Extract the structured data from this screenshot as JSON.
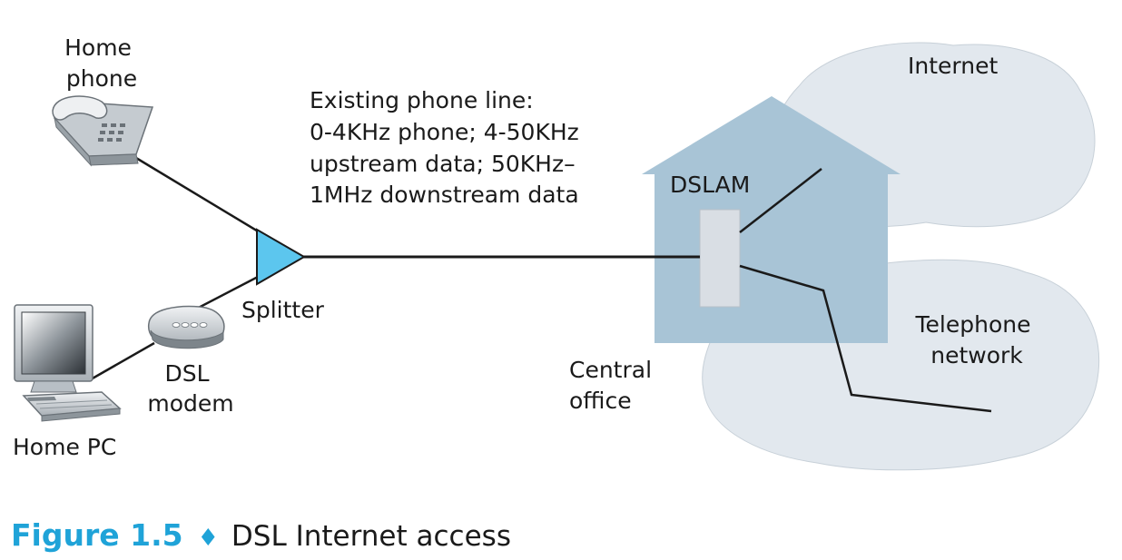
{
  "labels": {
    "home_phone": [
      "Home",
      "phone"
    ],
    "phone_line": [
      "Existing phone line:",
      "0-4KHz phone; 4-50KHz",
      "upstream data; 50KHz–",
      "1MHz downstream data"
    ],
    "internet": "Internet",
    "dslam": "DSLAM",
    "splitter": "Splitter",
    "telephone_network": [
      "Telephone",
      "network"
    ],
    "dsl_modem": [
      "DSL",
      "modem"
    ],
    "central_office": [
      "Central",
      "office"
    ],
    "home_pc": "Home PC"
  },
  "caption": {
    "number": "Figure 1.5",
    "separator": "♦",
    "text": "DSL Internet access"
  },
  "colors": {
    "cloud": "#e2e8ee",
    "cloud_edge": "#c7d0d8",
    "house": "#a8c4d6",
    "dslam_box": "#d9dee4",
    "splitter": "#5cc6ee",
    "caption_accent": "#1fa3d8",
    "line": "#1a1a1a"
  },
  "icons": {
    "home_phone": "telephone-icon",
    "home_pc": "desktop-computer-icon",
    "dsl_modem": "modem-icon",
    "splitter": "splitter-triangle-icon",
    "central_office": "building-icon",
    "dslam": "dslam-icon"
  }
}
